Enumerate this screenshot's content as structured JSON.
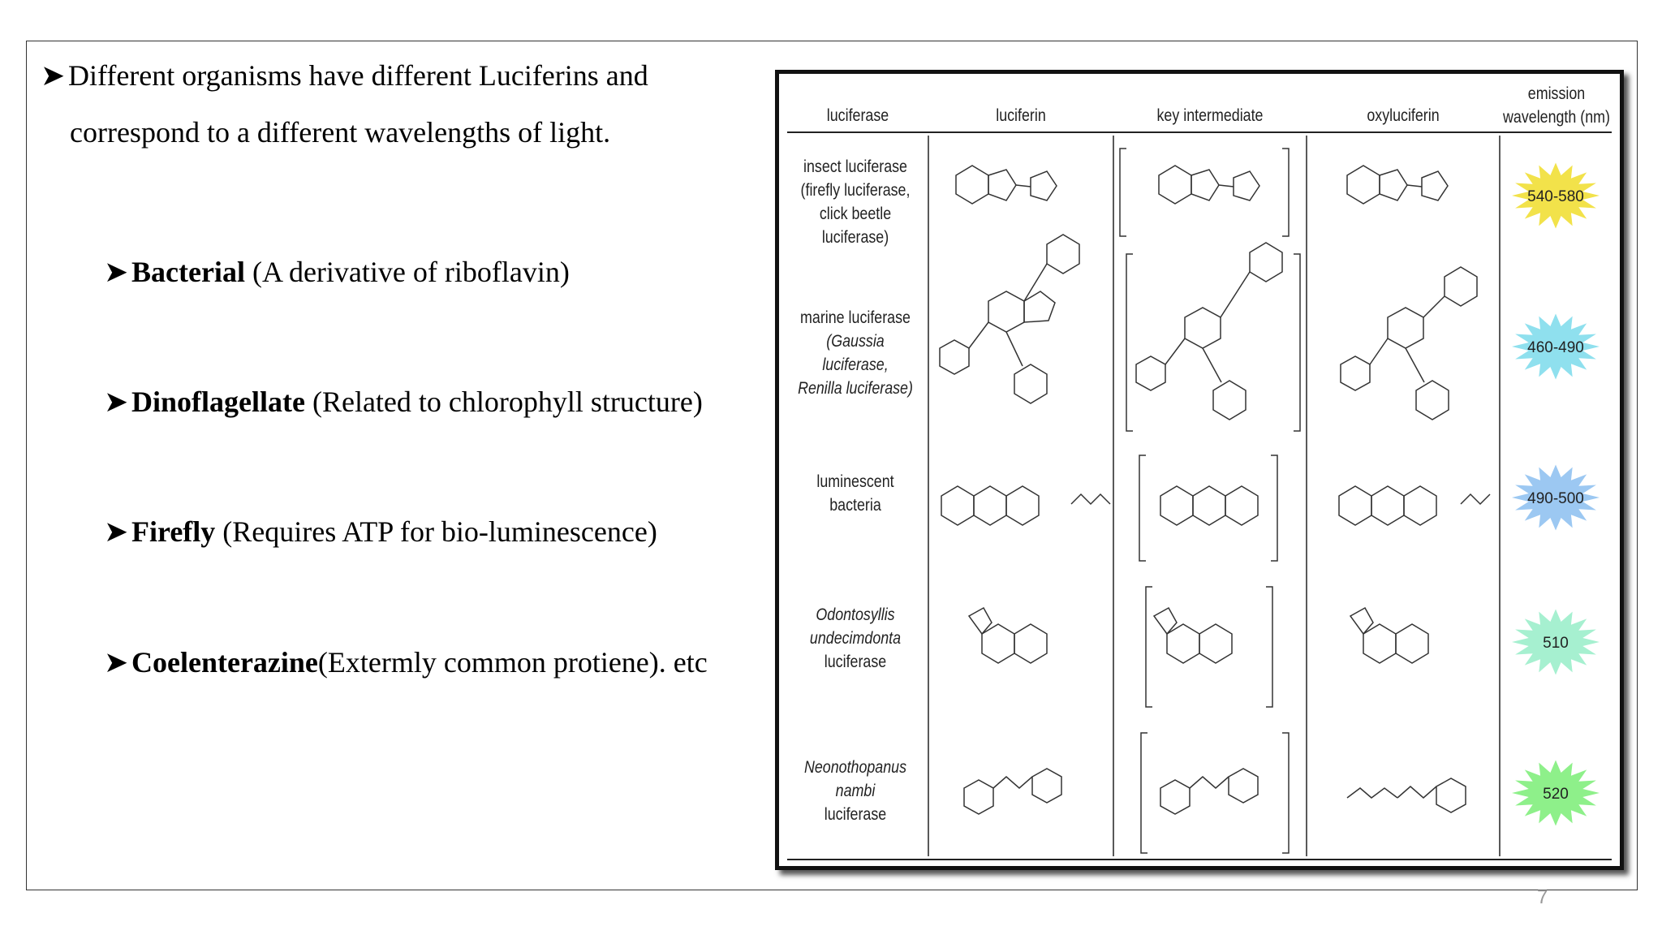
{
  "intro": {
    "line1": "Different organisms have different Luciferins and",
    "line2": "correspond to a different wavelengths of light."
  },
  "bullets": [
    {
      "bold": "Bacterial",
      "rest": " (A derivative of riboflavin)"
    },
    {
      "bold": "Dinoflagellate",
      "rest": " (Related to chlorophyll structure)"
    },
    {
      "bold": "Firefly",
      "rest": " (Requires ATP for bio-luminescence)"
    },
    {
      "bold": "Coelenterazine",
      "rest": "(Extermly common protiene). etc"
    }
  ],
  "table": {
    "headers": {
      "luciferase": "luciferase",
      "luciferin": "luciferin",
      "key_intermediate": "key intermediate",
      "oxyluciferin": "oxyluciferin",
      "emission_line1": "emission",
      "emission_line2": "wavelength (nm)"
    },
    "rows": [
      {
        "name_lines": [
          "insect luciferase",
          "(firefly luciferase,",
          "click beetle luciferase)"
        ],
        "wavelength": "540-580",
        "color": "#f2e24a"
      },
      {
        "name_lines": [
          "marine luciferase",
          "(Gaussia luciferase,",
          "Renilla luciferase)"
        ],
        "wavelength": "460-490",
        "color": "#8fe0ee"
      },
      {
        "name_lines": [
          "luminescent",
          "bacteria"
        ],
        "wavelength": "490-500",
        "color": "#9cc8f2"
      },
      {
        "name_lines": [
          "Odontosyllis",
          "undecimdonta",
          "luciferase"
        ],
        "wavelength": "510",
        "color": "#a6f0d0"
      },
      {
        "name_lines": [
          "Neonothopanus",
          "nambi",
          "luciferase"
        ],
        "wavelength": "520",
        "color": "#8ef08a"
      }
    ]
  },
  "page_number": "7"
}
